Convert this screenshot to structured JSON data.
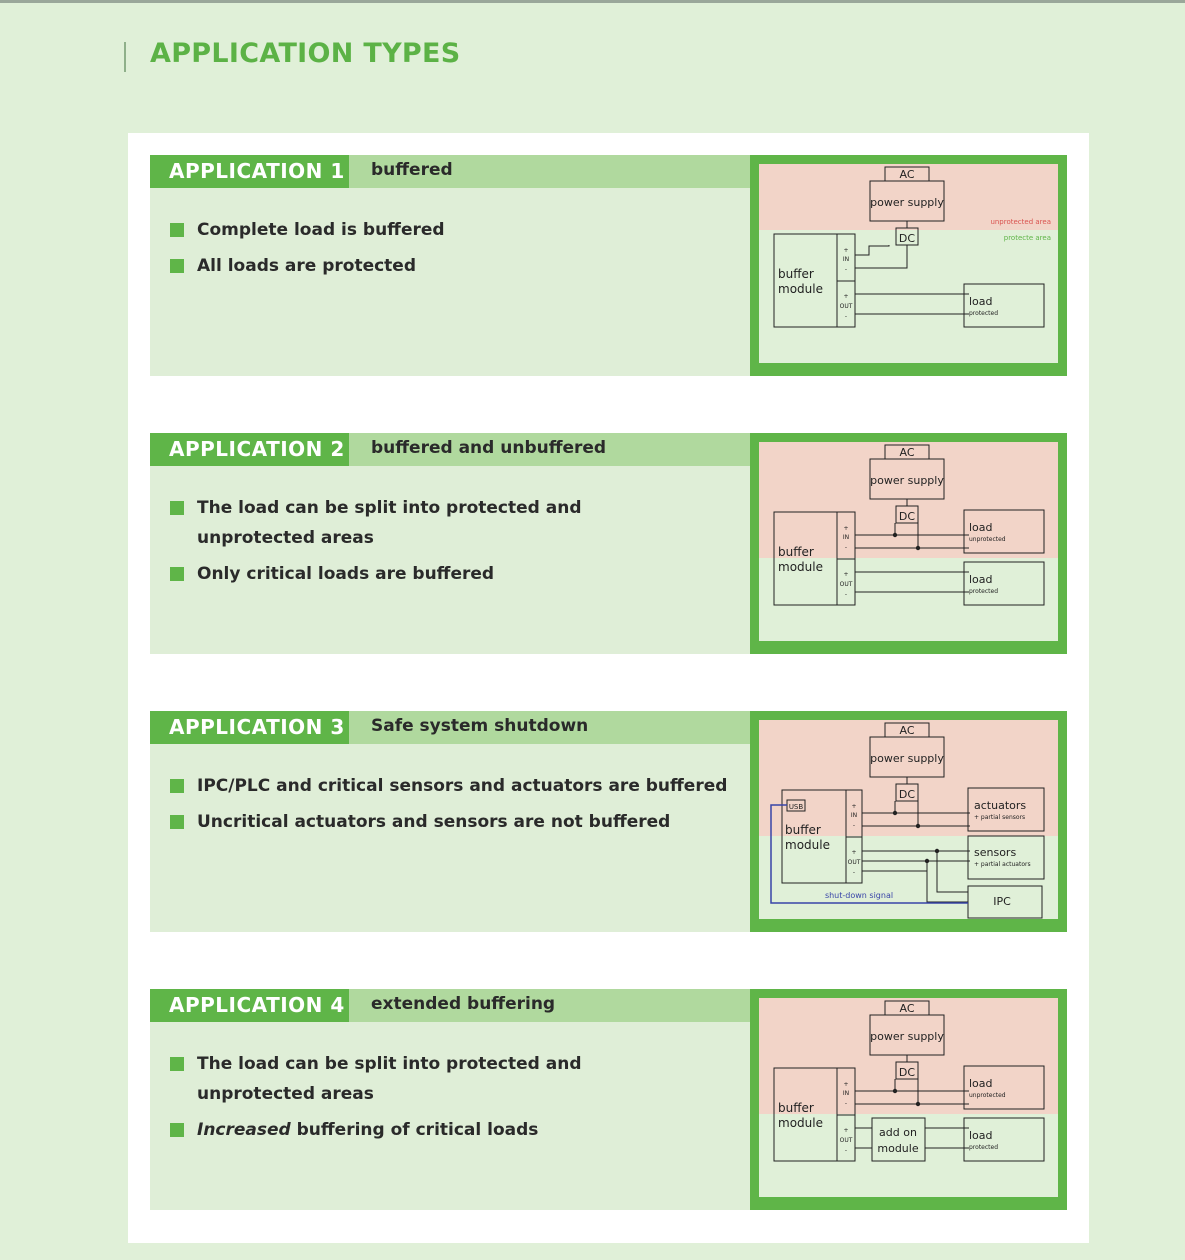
{
  "page": {
    "title": "APPLICATION TYPES"
  },
  "colors": {
    "accent_green": "#5fb548",
    "header_light_green": "#b0d99e",
    "unprotected_area": "#f2d4c8",
    "protected_area": "#e0f0d8",
    "signal_blue": "#3844a8"
  },
  "applications": [
    {
      "number": "APPLICATION 1",
      "subtitle": "buffered",
      "bullets": [
        "Complete load is buffered",
        "All loads are protected"
      ],
      "diagram": {
        "ac": "AC",
        "power_supply": "power supply",
        "dc": "DC",
        "unprotected_area": "unprotected area",
        "protected_area": "protecte area",
        "buffer_module": [
          "buffer",
          "module"
        ],
        "in": "IN",
        "out": "OUT",
        "plus": "+",
        "minus": "-",
        "load": "load",
        "load_sub": "protected"
      }
    },
    {
      "number": "APPLICATION 2",
      "subtitle": "buffered and unbuffered",
      "bullets": [
        "The load can be split into protected and",
        "unprotected areas",
        "Only critical loads are buffered"
      ],
      "diagram": {
        "ac": "AC",
        "power_supply": "power supply",
        "dc": "DC",
        "buffer_module": [
          "buffer",
          "module"
        ],
        "in": "IN",
        "out": "OUT",
        "plus": "+",
        "minus": "-",
        "load1": "load",
        "load1_sub": "unprotected",
        "load2": "load",
        "load2_sub": "protected"
      }
    },
    {
      "number": "APPLICATION 3",
      "subtitle": "Safe system shutdown",
      "bullets": [
        "IPC/PLC and critical sensors and actuators are buffered",
        "Uncritical actuators and sensors are not buffered"
      ],
      "diagram": {
        "ac": "AC",
        "power_supply": "power supply",
        "dc": "DC",
        "usb": "USB",
        "buffer_module": [
          "buffer",
          "module"
        ],
        "in": "IN",
        "out": "OUT",
        "plus": "+",
        "minus": "-",
        "actuators": "actuators",
        "actuators_sub": "+ partial sensors",
        "sensors": "sensors",
        "sensors_sub": "+ partial actuators",
        "ipc": "IPC",
        "signal": "shut-down signal"
      }
    },
    {
      "number": "APPLICATION 4",
      "subtitle": "extended buffering",
      "bullets_prefix_italic": "Increased",
      "bullets": [
        "The load can be split into protected and",
        "unprotected areas",
        " buffering of critical loads"
      ],
      "diagram": {
        "ac": "AC",
        "power_supply": "power supply",
        "dc": "DC",
        "buffer_module": [
          "buffer",
          "module"
        ],
        "in": "IN",
        "out": "OUT",
        "plus": "+",
        "minus": "-",
        "addon": [
          "add on",
          "module"
        ],
        "load1": "load",
        "load1_sub": "unprotected",
        "load2": "load",
        "load2_sub": "protected"
      }
    }
  ]
}
